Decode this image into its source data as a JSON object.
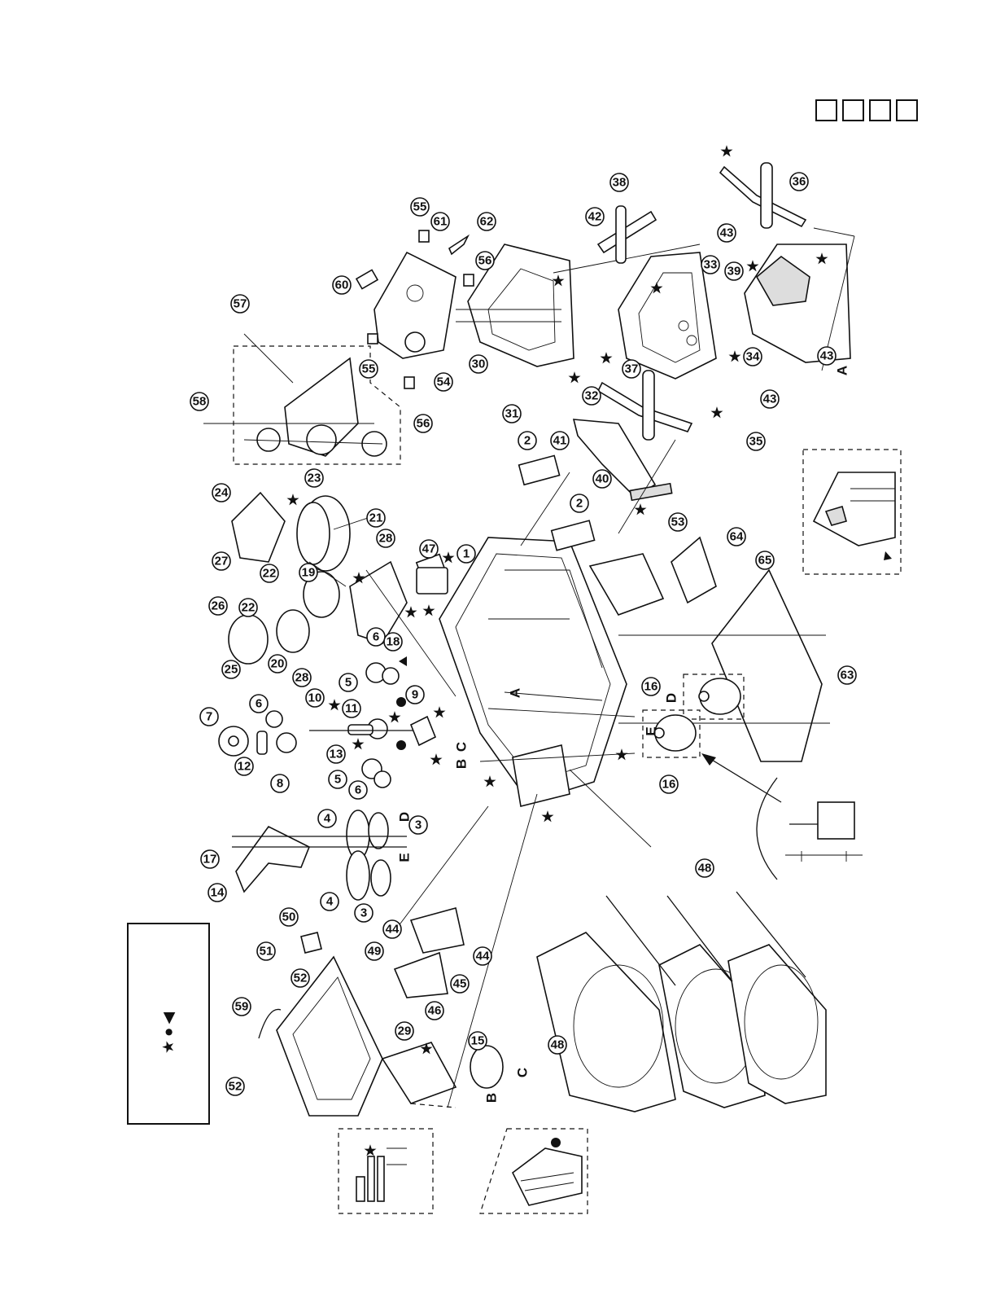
{
  "header": {
    "boxes": [
      "",
      "",
      "",
      ""
    ]
  },
  "legend": {
    "symbols": "★●◀"
  },
  "callouts": [
    {
      "id": "c1",
      "label": "1"
    },
    {
      "id": "c2a",
      "label": "2"
    },
    {
      "id": "c2b",
      "label": "2"
    },
    {
      "id": "c3a",
      "label": "3"
    },
    {
      "id": "c3b",
      "label": "3"
    },
    {
      "id": "c4a",
      "label": "4"
    },
    {
      "id": "c4b",
      "label": "4"
    },
    {
      "id": "c5a",
      "label": "5"
    },
    {
      "id": "c5b",
      "label": "5"
    },
    {
      "id": "c6a",
      "label": "6"
    },
    {
      "id": "c6b",
      "label": "6"
    },
    {
      "id": "c6c",
      "label": "6"
    },
    {
      "id": "c7",
      "label": "7"
    },
    {
      "id": "c8",
      "label": "8"
    },
    {
      "id": "c9",
      "label": "9"
    },
    {
      "id": "c10",
      "label": "10"
    },
    {
      "id": "c11",
      "label": "11"
    },
    {
      "id": "c12",
      "label": "12"
    },
    {
      "id": "c13",
      "label": "13"
    },
    {
      "id": "c14",
      "label": "14"
    },
    {
      "id": "c15",
      "label": "15"
    },
    {
      "id": "c16a",
      "label": "16"
    },
    {
      "id": "c16b",
      "label": "16"
    },
    {
      "id": "c17",
      "label": "17"
    },
    {
      "id": "c18",
      "label": "18"
    },
    {
      "id": "c19",
      "label": "19"
    },
    {
      "id": "c20",
      "label": "20"
    },
    {
      "id": "c21",
      "label": "21"
    },
    {
      "id": "c22a",
      "label": "22"
    },
    {
      "id": "c22b",
      "label": "22"
    },
    {
      "id": "c23",
      "label": "23"
    },
    {
      "id": "c24",
      "label": "24"
    },
    {
      "id": "c25",
      "label": "25"
    },
    {
      "id": "c26",
      "label": "26"
    },
    {
      "id": "c27",
      "label": "27"
    },
    {
      "id": "c28a",
      "label": "28"
    },
    {
      "id": "c28b",
      "label": "28"
    },
    {
      "id": "c29",
      "label": "29"
    },
    {
      "id": "c30",
      "label": "30"
    },
    {
      "id": "c31",
      "label": "31"
    },
    {
      "id": "c32",
      "label": "32"
    },
    {
      "id": "c33",
      "label": "33"
    },
    {
      "id": "c34",
      "label": "34"
    },
    {
      "id": "c35",
      "label": "35"
    },
    {
      "id": "c36",
      "label": "36"
    },
    {
      "id": "c37",
      "label": "37"
    },
    {
      "id": "c38",
      "label": "38"
    },
    {
      "id": "c39",
      "label": "39"
    },
    {
      "id": "c40",
      "label": "40"
    },
    {
      "id": "c41",
      "label": "41"
    },
    {
      "id": "c42",
      "label": "42"
    },
    {
      "id": "c43a",
      "label": "43"
    },
    {
      "id": "c43b",
      "label": "43"
    },
    {
      "id": "c43c",
      "label": "43"
    },
    {
      "id": "c44a",
      "label": "44"
    },
    {
      "id": "c44b",
      "label": "44"
    },
    {
      "id": "c45",
      "label": "45"
    },
    {
      "id": "c46",
      "label": "46"
    },
    {
      "id": "c47",
      "label": "47"
    },
    {
      "id": "c48a",
      "label": "48"
    },
    {
      "id": "c48b",
      "label": "48"
    },
    {
      "id": "c49",
      "label": "49"
    },
    {
      "id": "c50",
      "label": "50"
    },
    {
      "id": "c51",
      "label": "51"
    },
    {
      "id": "c52a",
      "label": "52"
    },
    {
      "id": "c52b",
      "label": "52"
    },
    {
      "id": "c53",
      "label": "53"
    },
    {
      "id": "c54",
      "label": "54"
    },
    {
      "id": "c55a",
      "label": "55"
    },
    {
      "id": "c55b",
      "label": "55"
    },
    {
      "id": "c56a",
      "label": "56"
    },
    {
      "id": "c56b",
      "label": "56"
    },
    {
      "id": "c57",
      "label": "57"
    },
    {
      "id": "c58",
      "label": "58"
    },
    {
      "id": "c59",
      "label": "59"
    },
    {
      "id": "c60",
      "label": "60"
    },
    {
      "id": "c61",
      "label": "61"
    },
    {
      "id": "c62",
      "label": "62"
    },
    {
      "id": "c63",
      "label": "63"
    },
    {
      "id": "c64",
      "label": "64"
    },
    {
      "id": "c65",
      "label": "65"
    }
  ],
  "letters": [
    {
      "id": "lA1",
      "label": "A"
    },
    {
      "id": "lA2",
      "label": "A"
    },
    {
      "id": "lB1",
      "label": "B"
    },
    {
      "id": "lB2",
      "label": "B"
    },
    {
      "id": "lC1",
      "label": "C"
    },
    {
      "id": "lC2",
      "label": "C"
    },
    {
      "id": "lD1",
      "label": "D"
    },
    {
      "id": "lD2",
      "label": "D"
    },
    {
      "id": "lE1",
      "label": "E"
    },
    {
      "id": "lE2",
      "label": "E"
    }
  ]
}
